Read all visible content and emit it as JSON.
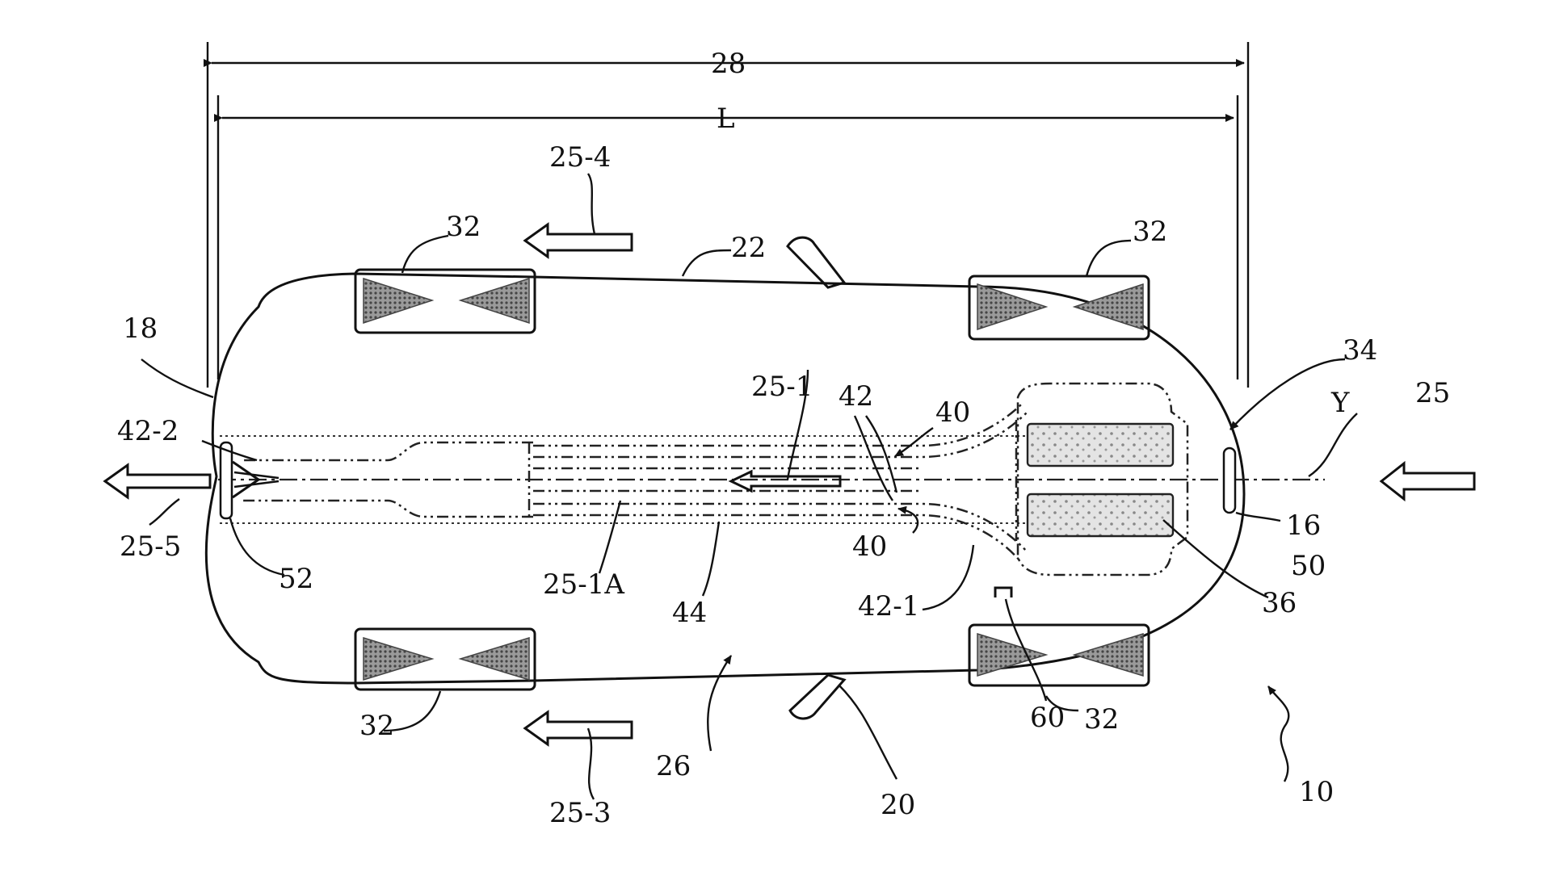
{
  "labels": {
    "overall_dimension": "28",
    "length": "L",
    "flow_25_4": "25-4",
    "wheel_32_front_left": "32",
    "body_22": "22",
    "wheel_32_front_right": "32",
    "inlet_34": "34",
    "end_18": "18",
    "flow_25_1": "25-1",
    "duct_42": "42",
    "vane_40_top": "40",
    "axis_y": "Y",
    "flow_25": "25",
    "outlet_42_2": "42-2",
    "inlet_16": "16",
    "vane_40_bottom": "40",
    "flow_25_5": "25-5",
    "grille_50": "50",
    "nozzle_52": "52",
    "flow_25_1a": "25-1A",
    "duct_42_1": "42-1",
    "module_36": "36",
    "channel_44": "44",
    "sensor_60": "60",
    "wheel_32_rear_left": "32",
    "wheel_32_rear_right": "32",
    "cabin_26": "26",
    "flow_25_3": "25-3",
    "body_20": "20",
    "vehicle_10": "10"
  },
  "colors": {
    "line": "#111111",
    "wheel_fill": "#6e6e6e",
    "module_fill": "#cfcfcf"
  }
}
